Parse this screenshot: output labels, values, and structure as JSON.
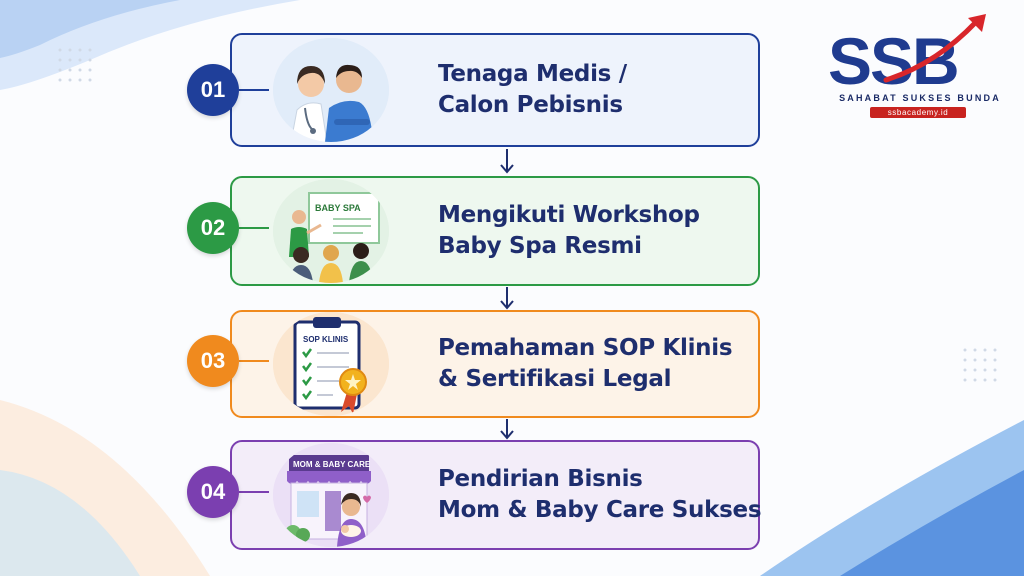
{
  "brand": {
    "logo_text": "SSB",
    "tagline": "SAHABAT SUKSES BUNDA",
    "url": "ssbacademy.id"
  },
  "steps": [
    {
      "number": "01",
      "line1": "Tenaga Medis /",
      "line2": "Calon Pebisnis",
      "color": "#1f3f9a",
      "bg": "#eef3fc",
      "illustration": "medical-staff-icon"
    },
    {
      "number": "02",
      "line1": "Mengikuti Workshop",
      "line2": "Baby Spa Resmi",
      "color": "#2c9a45",
      "bg": "#eef8ef",
      "illustration": "workshop-class-icon",
      "board_label": "BABY SPA"
    },
    {
      "number": "03",
      "line1": "Pemahaman SOP Klinis",
      "line2": "& Sertifikasi Legal",
      "color": "#f08a1e",
      "bg": "#fdf3e8",
      "illustration": "sop-clipboard-icon",
      "board_label": "SOP KLINIS"
    },
    {
      "number": "04",
      "line1": "Pendirian Bisnis",
      "line2": "Mom & Baby Care Sukses",
      "color": "#7b3fb0",
      "bg": "#f3edf9",
      "illustration": "mom-baby-store-icon",
      "board_label": "MOM & BABY CARE"
    }
  ]
}
